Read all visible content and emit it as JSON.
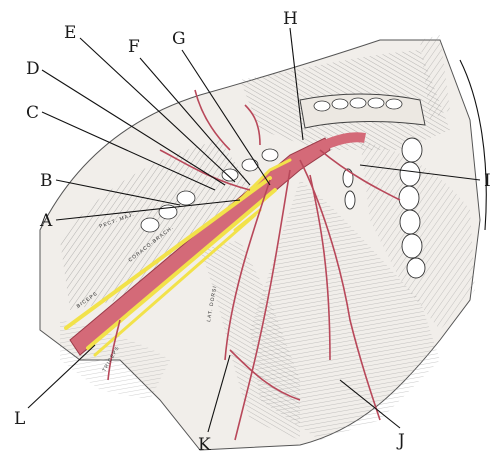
{
  "labels": {
    "A": "A",
    "B": "B",
    "C": "C",
    "D": "D",
    "E": "E",
    "F": "F",
    "G": "G",
    "H": "H",
    "I": "I",
    "J": "J",
    "K": "K",
    "L": "L"
  },
  "printed_text": {
    "biceps": "BICEPS",
    "pect_maj": "PECT. MAJ.",
    "coraco": "CORACO-BRACH.",
    "lat_dorsi": "LAT. DORSI",
    "triceps": "TRICEPS"
  },
  "colors": {
    "artery": "#d46a78",
    "artery_dark": "#b8485a",
    "nerve": "#f2e24a",
    "muscle_line": "#6e6e6e",
    "ink": "#1a1a1a"
  }
}
